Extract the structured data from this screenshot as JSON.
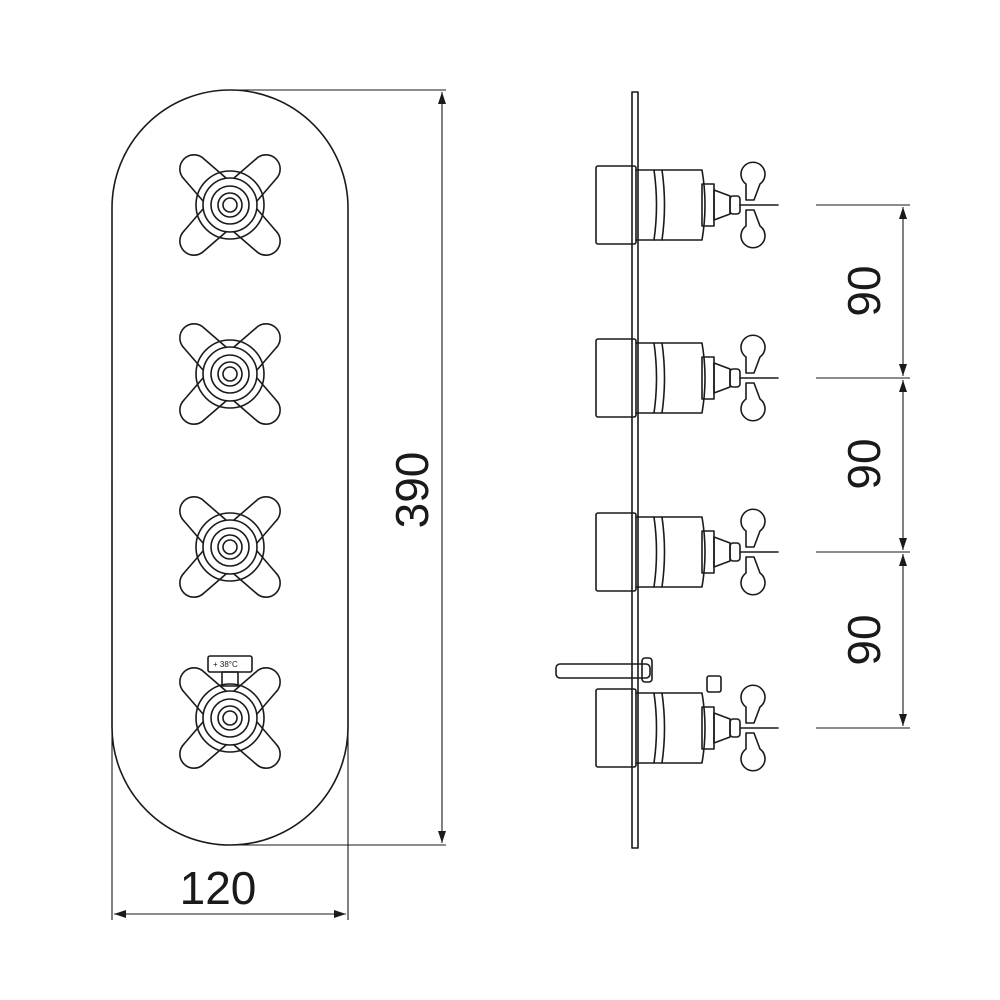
{
  "front_view": {
    "handles": [
      "cross-handle",
      "cross-handle",
      "cross-handle",
      "cross-handle-with-temperature-stop"
    ],
    "temp_stop_label": "+ 38°C"
  },
  "dimensions": {
    "height": "390",
    "width": "120",
    "spacing": [
      "90",
      "90",
      "90"
    ]
  }
}
